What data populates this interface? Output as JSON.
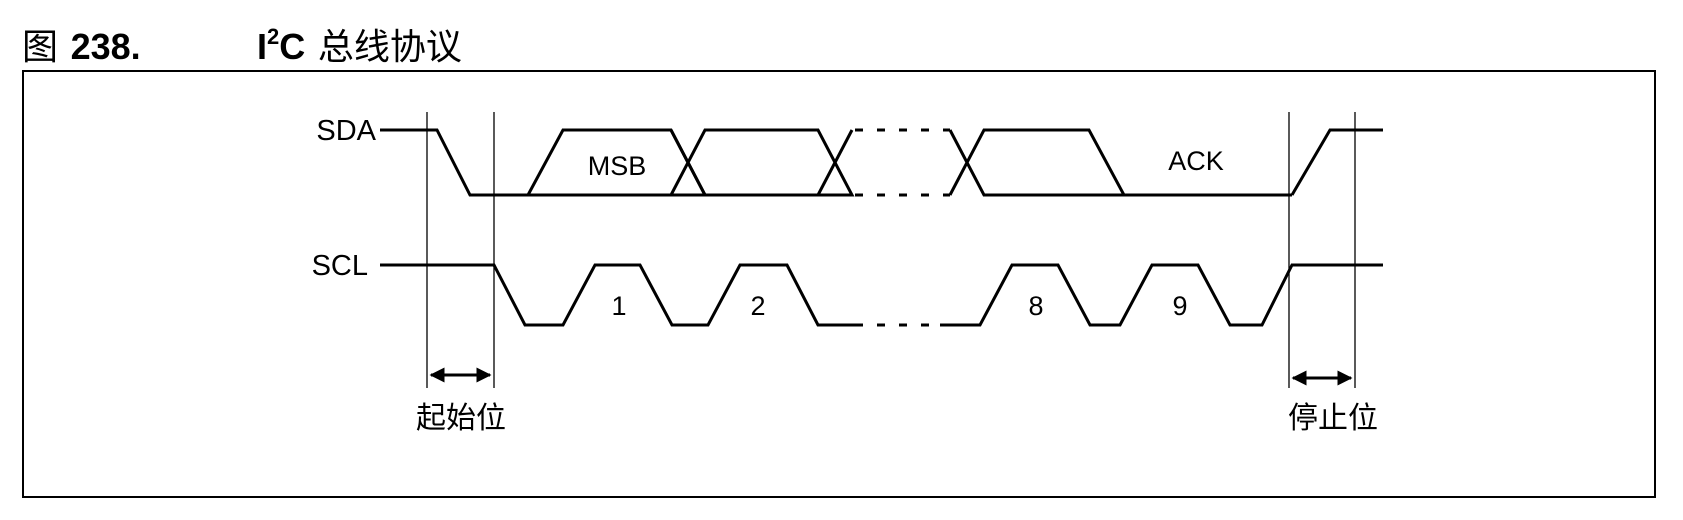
{
  "figure": {
    "label_prefix": "图",
    "number": "238.",
    "title_i": "I",
    "title_sup": "2",
    "title_rest": "C",
    "title_cn": "总线协议"
  },
  "signals": {
    "sda": "SDA",
    "scl": "SCL"
  },
  "labels": {
    "msb": "MSB",
    "ack": "ACK",
    "clock_pulses": [
      "1",
      "2",
      "8",
      "9"
    ],
    "start_condition": "起始位",
    "stop_condition": "停止位"
  }
}
